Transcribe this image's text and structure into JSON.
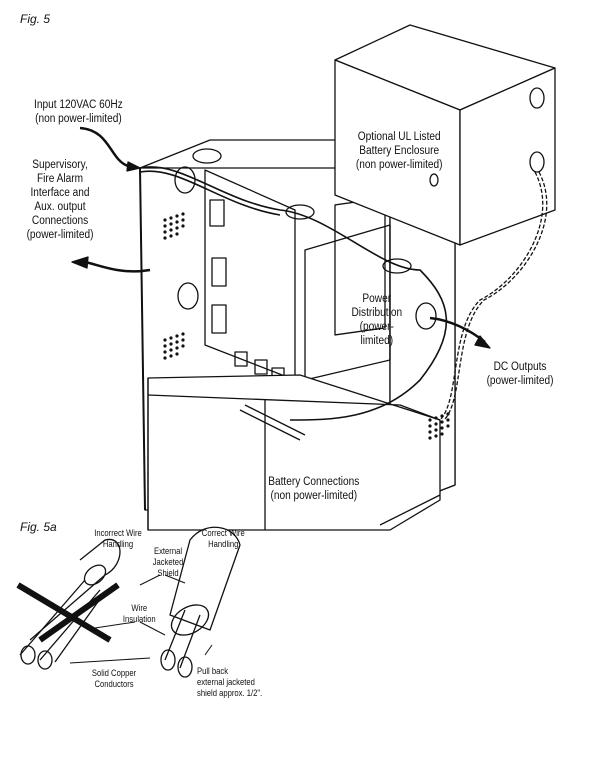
{
  "figure_main": {
    "title": "Fig. 5",
    "labels": {
      "input_power": [
        "Input 120VAC 60Hz",
        "(non power-limited)"
      ],
      "supervisory": [
        "Supervisory,",
        "Fire Alarm",
        "Interface and",
        "Aux. output",
        "Connections",
        "(power-limited)"
      ],
      "battery_enclosure": [
        "Optional UL Listed",
        "Battery Enclosure",
        "(non power-limited)"
      ],
      "power_distribution": [
        "Power",
        "Distribution",
        "(power-",
        "limited)"
      ],
      "dc_outputs": [
        "DC Outputs",
        "(power-limited)"
      ],
      "battery_connections": [
        "Battery Connections",
        "(non power-limited)"
      ]
    }
  },
  "figure_detail": {
    "title": "Fig. 5a",
    "labels": {
      "incorrect": [
        "Incorrect Wire",
        "Handling"
      ],
      "correct": [
        "Correct Wire",
        "Handling"
      ],
      "jacket": [
        "External",
        "Jacketed",
        "Shield"
      ],
      "insulation": [
        "Wire",
        "Insulation"
      ],
      "conductors": [
        "Solid Copper",
        "Conductors"
      ],
      "pull_back": [
        "Pull back",
        "external jacketed",
        "shield approx. 1/2\"."
      ]
    }
  }
}
